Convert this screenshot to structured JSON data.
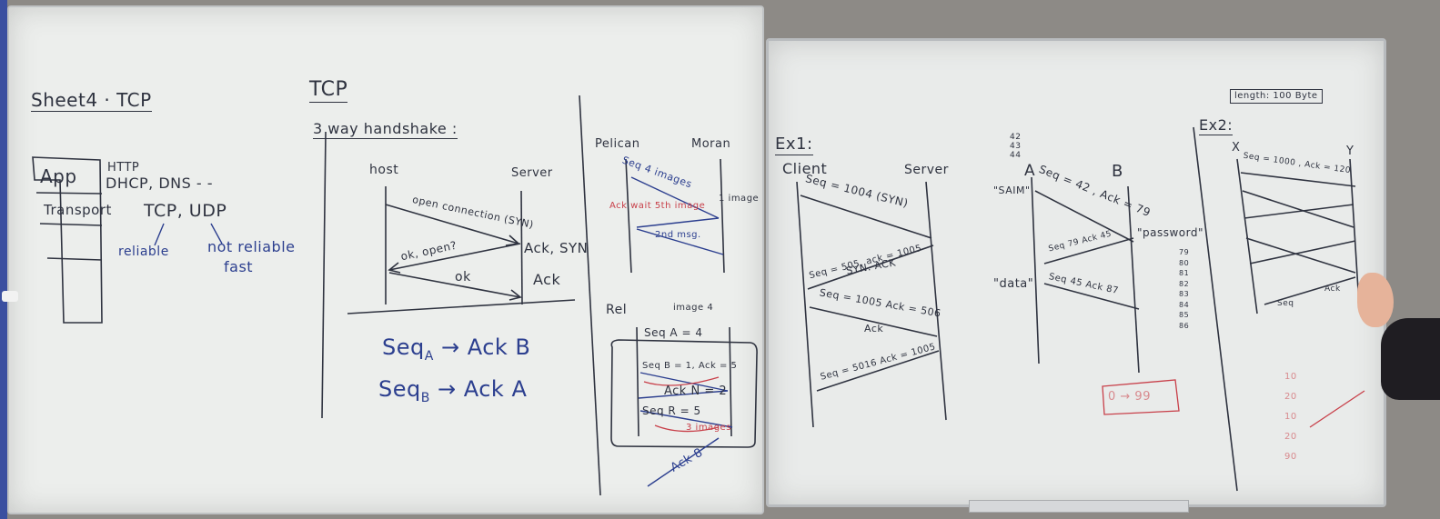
{
  "colors": {
    "wall": "#8d8a86",
    "board_left": "#eceeec",
    "board_right": "#e9ebea",
    "frame": "#bfc2c4",
    "ink_black": "#2f3340",
    "ink_blue": "#2c3f8f",
    "ink_red": "#c8404a"
  },
  "left_board": {
    "title": "Sheet4 · TCP",
    "stack": {
      "app": "App",
      "http": "HTTP",
      "dhcp": "DHCP, DNS - -",
      "transport": "Transport",
      "protocols": "TCP, UDP",
      "reliable": "reliable",
      "not_reliable": "not reliable",
      "fast": "fast"
    },
    "handshake": {
      "title": "TCP",
      "subtitle": "3 way handshake :",
      "host": "host",
      "server": "Server",
      "msg1": "open connection (SYN)",
      "msg2": "ok, open?",
      "msg2_r": "Ack, SYN",
      "msg3": "ok",
      "msg3_r": "Ack",
      "seq_a": "Seq",
      "sub_a": "A",
      "ack_b": "→ Ack B",
      "seq_b": "Seq",
      "sub_b": "B",
      "ack_a": "→ Ack A"
    },
    "pelican": {
      "left": "Pelican",
      "right": "Moran",
      "m1": "Seq 4 images",
      "m1r": "1 image",
      "m2": "Ack wait 5th image",
      "m3": "2nd msg.",
      "rel": "Rel",
      "img": "image 4",
      "seq_a": "Seq A = 4",
      "seq_b": "Seq B = 1, Ack = 5",
      "ack": "Ack N = 2",
      "seq_r": "Seq R = 5",
      "imgs": "3 images",
      "ack8": "Ack 8"
    }
  },
  "right_board": {
    "ex1": {
      "title": "Ex1:",
      "client": "Client",
      "server": "Server",
      "m1": "Seq = 1004 (SYN)",
      "m2": "Seq = 505, ack = 1005",
      "m2b": "SYN. ACK",
      "m3": "Seq = 1005 Ack = 506",
      "m3b": "Ack",
      "m4": "Seq = 5016 Ack = 1005"
    },
    "ex1b": {
      "nums": [
        "42",
        "43",
        "44"
      ],
      "a": "A",
      "b": "B",
      "saim": "\"SAIM\"",
      "m1": "Seq = 42 , Ack = 79",
      "m2": "Seq 79 Ack 45",
      "password": "\"password\"",
      "data": "\"data\"",
      "m3": "Seq 45 Ack 87",
      "col": [
        "79",
        "80",
        "81",
        "82",
        "83",
        "84",
        "85",
        "86"
      ],
      "red": "0 → 99"
    },
    "ex2": {
      "title": "Ex2:",
      "length": "length: 100 Byte",
      "x": "X",
      "y": "Y",
      "m1": "Seq = 1000 , Ack = 120",
      "m_last": "Seq",
      "ack": "Ack",
      "red_nums": [
        "10",
        "20",
        "10",
        "20",
        "90"
      ]
    }
  }
}
